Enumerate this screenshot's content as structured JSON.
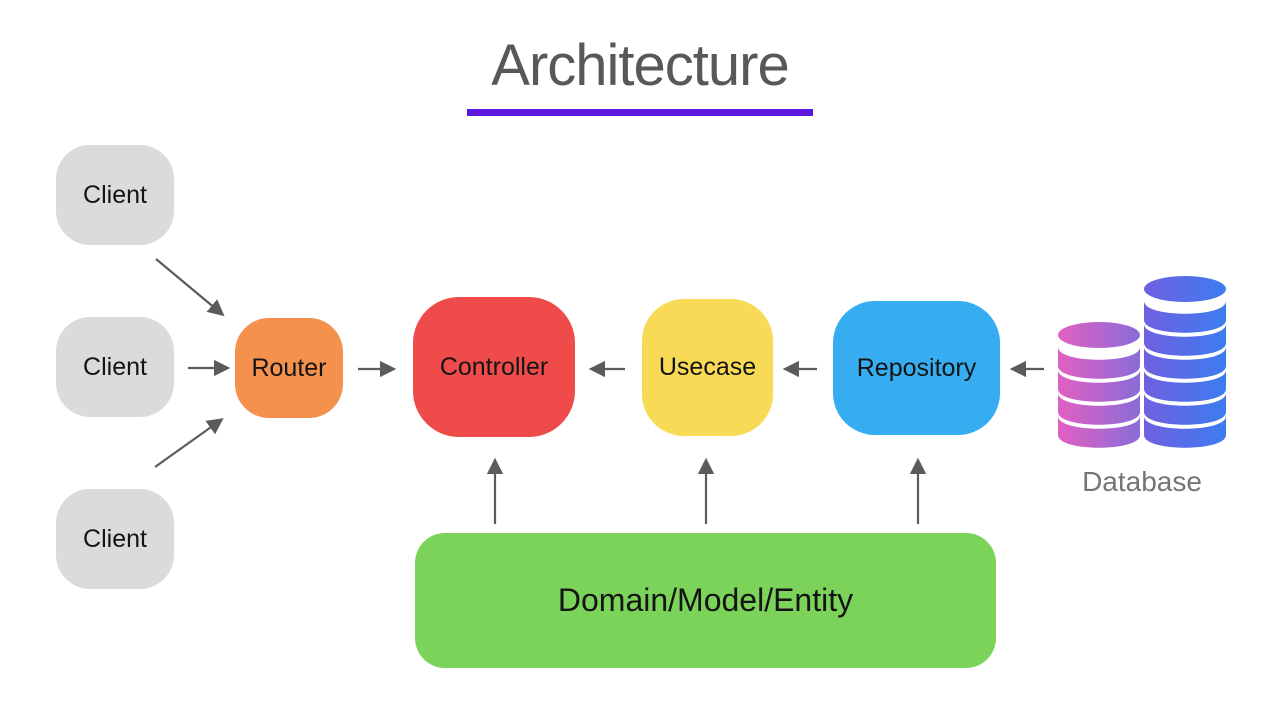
{
  "title": {
    "text": "Architecture",
    "text_color": "#58585A",
    "underline_color": "#5B16E0"
  },
  "nodes": {
    "clients": [
      {
        "label": "Client",
        "color": "#DBDBDB"
      },
      {
        "label": "Client",
        "color": "#DBDBDB"
      },
      {
        "label": "Client",
        "color": "#DBDBDB"
      }
    ],
    "router": {
      "label": "Router",
      "color": "#F4914D"
    },
    "controller": {
      "label": "Controller",
      "color": "#F04B4B"
    },
    "usecase": {
      "label": "Usecase",
      "color": "#F8DA56"
    },
    "repository": {
      "label": "Repository",
      "color": "#35ADF0"
    },
    "domain": {
      "label": "Domain/Model/Entity",
      "color": "#7BD459"
    },
    "database": {
      "label": "Database",
      "label_color": "#757575",
      "icon": "database-cylinders-icon",
      "left_stack_discs": 4,
      "right_stack_discs": 6,
      "left_stack_gradient": [
        "#E25FC2",
        "#8A6CD8"
      ],
      "right_stack_gradient": [
        "#7060E0",
        "#3C7CF0"
      ]
    }
  },
  "edges": [
    {
      "from": "client-1",
      "to": "router"
    },
    {
      "from": "client-2",
      "to": "router"
    },
    {
      "from": "client-3",
      "to": "router"
    },
    {
      "from": "router",
      "to": "controller"
    },
    {
      "from": "usecase",
      "to": "controller"
    },
    {
      "from": "repository",
      "to": "usecase"
    },
    {
      "from": "database",
      "to": "repository"
    },
    {
      "from": "domain",
      "to": "controller"
    },
    {
      "from": "domain",
      "to": "usecase"
    },
    {
      "from": "domain",
      "to": "repository"
    }
  ],
  "arrow_color": "#5B5B5B",
  "background_color": "#FFFFFF"
}
